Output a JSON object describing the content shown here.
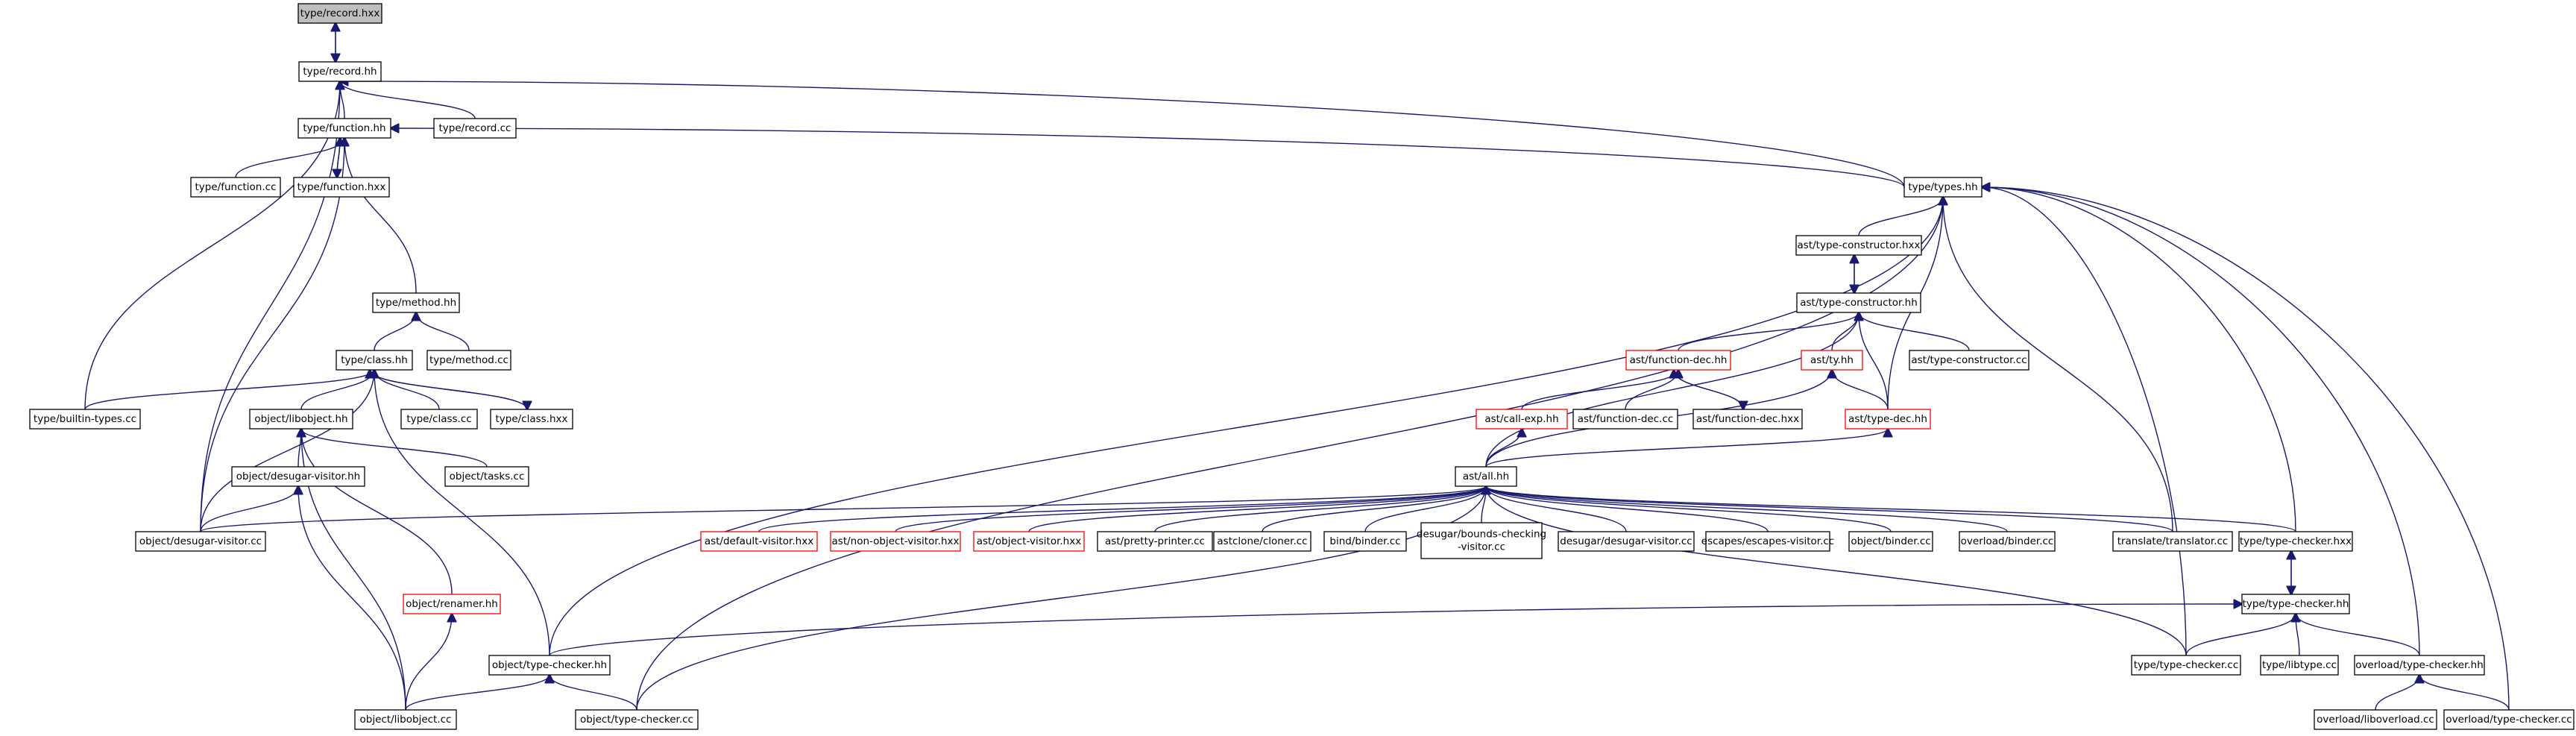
{
  "diagram": {
    "type": "include-dependency-graph",
    "colors": {
      "edge": "#191970",
      "root_fill": "#bfbfbf",
      "normal_border": "#000000",
      "truncated_border": "#ff0000"
    },
    "nodes": [
      {
        "id": "record_hxx",
        "label": "type/record.hxx",
        "style": "root"
      },
      {
        "id": "record_hh",
        "label": "type/record.hh",
        "style": "normal"
      },
      {
        "id": "record_cc",
        "label": "type/record.cc",
        "style": "normal"
      },
      {
        "id": "function_hh",
        "label": "type/function.hh",
        "style": "normal"
      },
      {
        "id": "function_cc",
        "label": "type/function.cc",
        "style": "normal"
      },
      {
        "id": "function_hxx",
        "label": "type/function.hxx",
        "style": "normal"
      },
      {
        "id": "types_hh",
        "label": "type/types.hh",
        "style": "normal"
      },
      {
        "id": "method_hh",
        "label": "type/method.hh",
        "style": "normal"
      },
      {
        "id": "method_cc",
        "label": "type/method.cc",
        "style": "normal"
      },
      {
        "id": "class_hh",
        "label": "type/class.hh",
        "style": "normal"
      },
      {
        "id": "class_cc",
        "label": "type/class.cc",
        "style": "normal"
      },
      {
        "id": "class_hxx",
        "label": "type/class.hxx",
        "style": "normal"
      },
      {
        "id": "builtin_cc",
        "label": "type/builtin-types.cc",
        "style": "normal"
      },
      {
        "id": "libobject_hh",
        "label": "object/libobject.hh",
        "style": "normal"
      },
      {
        "id": "tasks_cc",
        "label": "object/tasks.cc",
        "style": "normal"
      },
      {
        "id": "desugar_visitor_hh",
        "label": "object/desugar-visitor.hh",
        "style": "normal"
      },
      {
        "id": "desugar_visitor_cc",
        "label": "object/desugar-visitor.cc",
        "style": "normal"
      },
      {
        "id": "renamer_hh",
        "label": "object/renamer.hh",
        "style": "truncated"
      },
      {
        "id": "obj_type_checker_hh",
        "label": "object/type-checker.hh",
        "style": "normal"
      },
      {
        "id": "libobject_cc",
        "label": "object/libobject.cc",
        "style": "normal"
      },
      {
        "id": "obj_type_checker_cc",
        "label": "object/type-checker.cc",
        "style": "normal"
      },
      {
        "id": "type_constructor_hxx",
        "label": "ast/type-constructor.hxx",
        "style": "normal"
      },
      {
        "id": "type_constructor_hh",
        "label": "ast/type-constructor.hh",
        "style": "normal"
      },
      {
        "id": "function_dec_hh",
        "label": "ast/function-dec.hh",
        "style": "truncated"
      },
      {
        "id": "ty_hh",
        "label": "ast/ty.hh",
        "style": "truncated"
      },
      {
        "id": "type_constructor_cc",
        "label": "ast/type-constructor.cc",
        "style": "normal"
      },
      {
        "id": "call_exp_hh",
        "label": "ast/call-exp.hh",
        "style": "truncated"
      },
      {
        "id": "function_dec_cc",
        "label": "ast/function-dec.cc",
        "style": "normal"
      },
      {
        "id": "function_dec_hxx",
        "label": "ast/function-dec.hxx",
        "style": "normal"
      },
      {
        "id": "type_dec_hh",
        "label": "ast/type-dec.hh",
        "style": "truncated"
      },
      {
        "id": "all_hh",
        "label": "ast/all.hh",
        "style": "normal"
      },
      {
        "id": "default_visitor_hxx",
        "label": "ast/default-visitor.hxx",
        "style": "truncated"
      },
      {
        "id": "non_object_visitor_hxx",
        "label": "ast/non-object-visitor.hxx",
        "style": "truncated"
      },
      {
        "id": "object_visitor_hxx",
        "label": "ast/object-visitor.hxx",
        "style": "truncated"
      },
      {
        "id": "pretty_printer_cc",
        "label": "ast/pretty-printer.cc",
        "style": "normal"
      },
      {
        "id": "cloner_cc",
        "label": "astclone/cloner.cc",
        "style": "normal"
      },
      {
        "id": "binder_cc",
        "label": "bind/binder.cc",
        "style": "normal"
      },
      {
        "id": "bounds_checking_cc",
        "label": [
          "desugar/bounds-checking",
          "-visitor.cc"
        ],
        "style": "normal"
      },
      {
        "id": "desugar_desugar_cc",
        "label": "desugar/desugar-visitor.cc",
        "style": "normal"
      },
      {
        "id": "escapes_cc",
        "label": "escapes/escapes-visitor.cc",
        "style": "normal"
      },
      {
        "id": "object_binder_cc",
        "label": "object/binder.cc",
        "style": "normal"
      },
      {
        "id": "overload_binder_cc",
        "label": "overload/binder.cc",
        "style": "normal"
      },
      {
        "id": "translator_cc",
        "label": "translate/translator.cc",
        "style": "normal"
      },
      {
        "id": "type_checker_hxx",
        "label": "type/type-checker.hxx",
        "style": "normal"
      },
      {
        "id": "type_checker_hh",
        "label": "type/type-checker.hh",
        "style": "normal"
      },
      {
        "id": "type_checker_cc",
        "label": "type/type-checker.cc",
        "style": "normal"
      },
      {
        "id": "libtype_cc",
        "label": "type/libtype.cc",
        "style": "normal"
      },
      {
        "id": "ovl_type_checker_hh",
        "label": "overload/type-checker.hh",
        "style": "normal"
      },
      {
        "id": "liboverload_cc",
        "label": "overload/liboverload.cc",
        "style": "normal"
      },
      {
        "id": "ovl_type_checker_cc",
        "label": "overload/type-checker.cc",
        "style": "normal"
      }
    ]
  }
}
